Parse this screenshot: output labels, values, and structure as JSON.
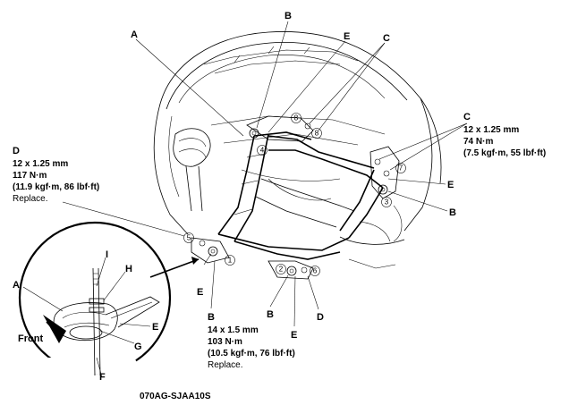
{
  "labels": {
    "A": "A",
    "B": "B",
    "C": "C",
    "D": "D",
    "E": "E",
    "F": "F",
    "G": "G",
    "H": "H",
    "I": "I"
  },
  "circled": [
    "1",
    "2",
    "3",
    "4",
    "5",
    "6",
    "7",
    "8"
  ],
  "spec_d": {
    "letter": "D",
    "size": "12 x 1.25 mm",
    "torque_nm": "117 N·m",
    "torque_alt": "(11.9 kgf·m, 86 lbf·ft)",
    "note": "Replace."
  },
  "spec_c": {
    "letter": "C",
    "size": "12 x 1.25 mm",
    "torque_nm": "74 N·m",
    "torque_alt": "(7.5 kgf·m, 55 lbf·ft)"
  },
  "spec_b": {
    "letter": "B",
    "size": "14 x 1.5 mm",
    "torque_nm": "103 N·m",
    "torque_alt": "(10.5 kgf·m, 76 lbf·ft)",
    "note": "Replace."
  },
  "front_label": "Front",
  "figure_code": "070AG-SJAA10S"
}
